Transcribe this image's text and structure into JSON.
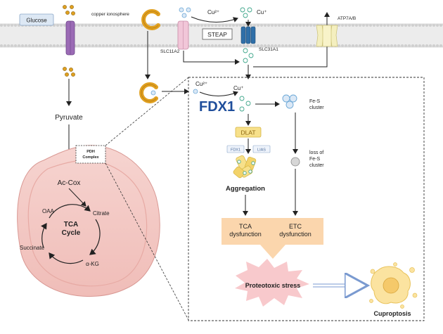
{
  "labels": {
    "glucose": "Glucose",
    "copper_ionosphere": "copper ionosphere",
    "cu2_top": "Cu²⁺",
    "cu1_top": "Cu⁺",
    "steap": "STEAP",
    "atp7ab": "ATP7A/B",
    "slc11a2": "SLC11A2",
    "slc31a1": "SLC31A1",
    "pyruvate": "Pyruvate",
    "pdh_line1": "PDH",
    "pdh_line2": "Complex",
    "ac_coa": "Ac-Cox",
    "oaa": "OAA",
    "citrate": "Citrate",
    "tca_line1": "TCA",
    "tca_line2": "Cycle",
    "succinate": "Succinate",
    "akg": "α-KG",
    "cu2_inner": "Cu²⁺",
    "cu1_inner": "Cu⁺",
    "fdx1": "FDX1",
    "fes_line1": "Fe-S",
    "fes_line2": "cluster",
    "dlat": "DLAT",
    "fdx1_small": "FDX1",
    "lias": "LIAS",
    "loss_line1": "loss of",
    "loss_line2": "Fe-S",
    "loss_line3": "cluster",
    "aggregation": "Aggregation",
    "tca_dys_line1": "TCA",
    "tca_dys_line2": "dysfunction",
    "etc_dys_line1": "ETC",
    "etc_dys_line2": "dysfunction",
    "proteotoxic": "Proteotoxic stress",
    "cuproptosis": "Cuproptosis"
  },
  "colors": {
    "copper": "#e0a020",
    "copper_dark": "#b87a10",
    "membrane": "#d9d9d9",
    "glut": "#9b6bb5",
    "slc11a2": "#f1c6d8",
    "slc31a1": "#2f6fa8",
    "atp7": "#f4efbf",
    "mito": "#f3c9c5",
    "fdx1_text": "#1f4e9b",
    "dlat_fill": "#f7e08a",
    "dysfunction": "#fbd6ad",
    "proteotoxic": "#f8c9cc",
    "ion_blue": "#6aa7d6",
    "ion_green": "#3fa68a"
  }
}
